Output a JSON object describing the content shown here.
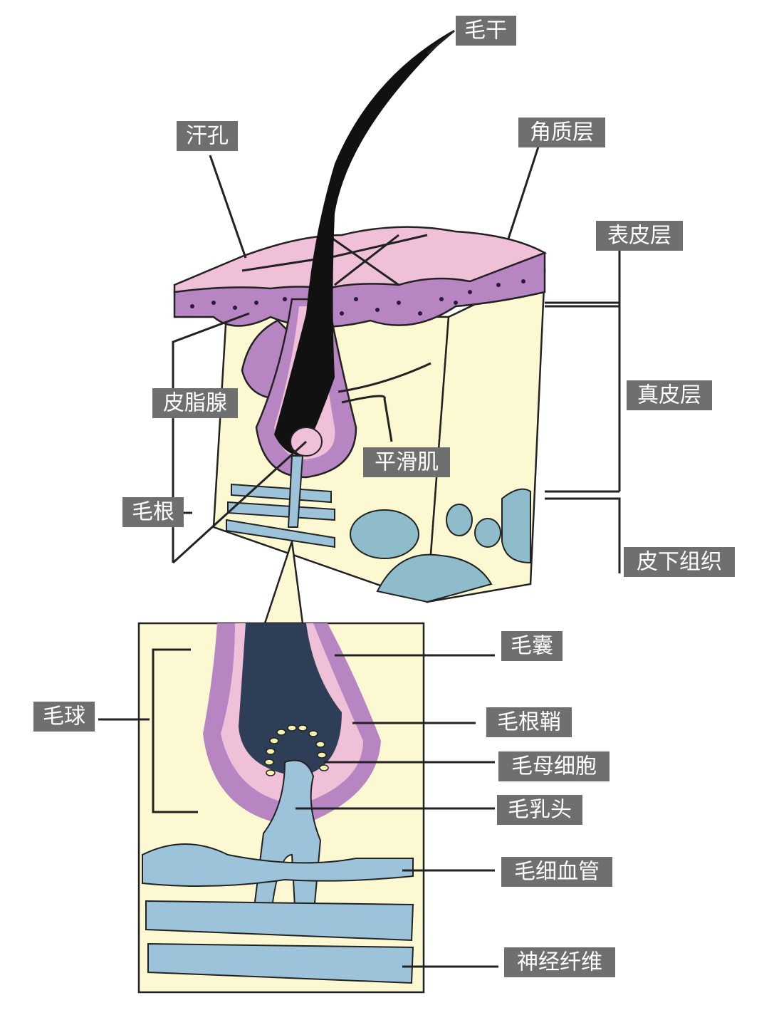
{
  "labels": {
    "hair_shaft": "毛干",
    "sweat_pore": "汗孔",
    "stratum_corneum": "角质层",
    "epidermis": "表皮层",
    "dermis": "真皮层",
    "subcutaneous": "皮下组织",
    "sebaceous_gland": "皮脂腺",
    "smooth_muscle": "平滑肌",
    "hair_root": "毛根",
    "hair_follicle": "毛囊",
    "hair_bulb": "毛球",
    "root_sheath": "毛根鞘",
    "matrix_cells": "毛母细胞",
    "dermal_papilla": "毛乳头",
    "capillaries": "毛细血管",
    "nerve_fibers": "神经纤维"
  },
  "colors": {
    "dermis": "#fbf8d2",
    "epidermis_top": "#efc0d8",
    "epidermis_layer": "#b785c2",
    "vessel": "#9cc3da",
    "fat": "#8fbccb",
    "bulb": "#2f3e57",
    "label_bg": "#6f6f6f"
  }
}
